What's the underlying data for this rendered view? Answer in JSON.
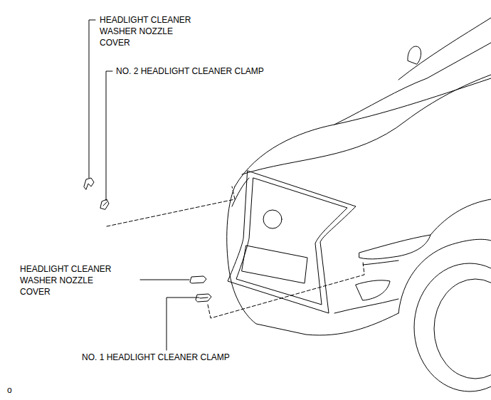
{
  "diagram": {
    "labels": [
      "HEADLIGHT CLEANER WASHER NOZZLE COVER",
      "NO. 2 HEADLIGHT CLEANER CLAMP",
      "HEADLIGHT CLEANER WASHER NOZZLE COVER",
      "NO. 1 HEADLIGHT CLEANER CLAMP",
      "o"
    ]
  }
}
